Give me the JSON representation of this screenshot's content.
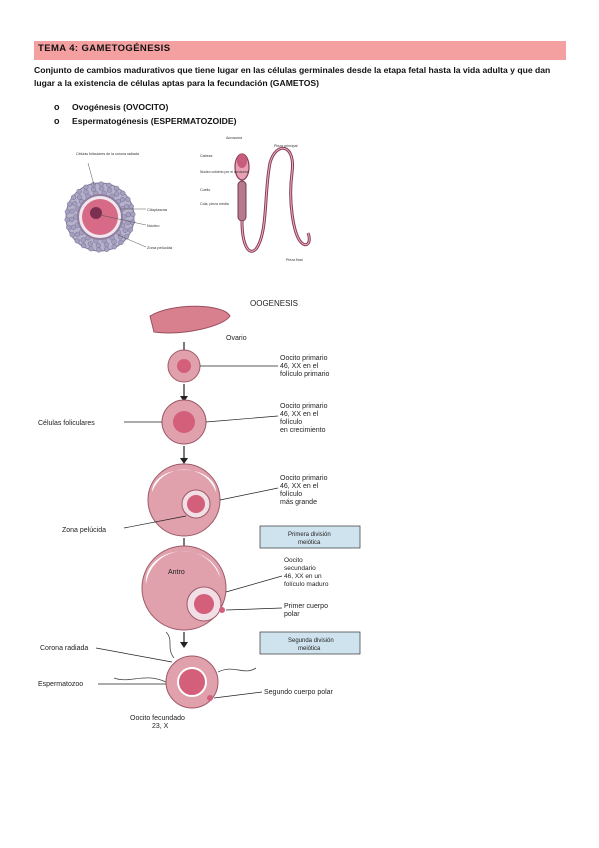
{
  "header": {
    "title": "TEMA 4: GAMETOGÉNESIS"
  },
  "intro": "Conjunto de cambios madurativos que tiene lugar en las células germinales desde la etapa fetal hasta la vida adulta y que dan lugar a la existencia de células aptas para la fecundación (GAMETOS)",
  "bullets": [
    {
      "marker": "o",
      "text": "Ovogénesis (OVOCITO)"
    },
    {
      "marker": "o",
      "text": "Espermatogénesis (ESPERMATOZOIDE)"
    }
  ],
  "oocyte_figure": {
    "labels": {
      "corona": "Células foliculares de la corona radiada",
      "cytoplasm": "Citoplasma",
      "nucleus": "Núcleo",
      "zona": "Zona pelúcida"
    }
  },
  "sperm_figure": {
    "labels": {
      "acrosome": "Acrosoma",
      "head": "Cabeza",
      "nucleus": "Núcleo cubierto por el acrosoma",
      "neck": "Cuello",
      "tail": "Cola, pieza media",
      "principal": "Pieza principal",
      "end": "Pieza final"
    }
  },
  "oogenesis_figure": {
    "title": "OOGENESIS",
    "ovary": "Ovario",
    "stage1": [
      "Oocito primario",
      "46, XX en el",
      "folículo primario"
    ],
    "stage2": [
      "Oocito primario",
      "46, XX en el",
      "folículo",
      "en crecimiento"
    ],
    "stage3": [
      "Oocito primario",
      "46, XX en el",
      "folículo",
      "más grande"
    ],
    "stage4": [
      "Oocito",
      "secundario",
      "46, XX en un",
      "folículo maduro"
    ],
    "follicular_cells": "Células foliculares",
    "zona": "Zona pelúcida",
    "antro": "Antro",
    "first_polar": [
      "Primer cuerpo",
      "polar"
    ],
    "meiosis1": [
      "Primera división",
      "meiótica"
    ],
    "meiosis2": [
      "Segunda división",
      "meiótica"
    ],
    "corona": "Corona radiada",
    "sperm": "Espermatozoo",
    "second_polar": "Segundo cuerpo polar",
    "fertilized": [
      "Oocito fecundado",
      "23, X"
    ]
  }
}
